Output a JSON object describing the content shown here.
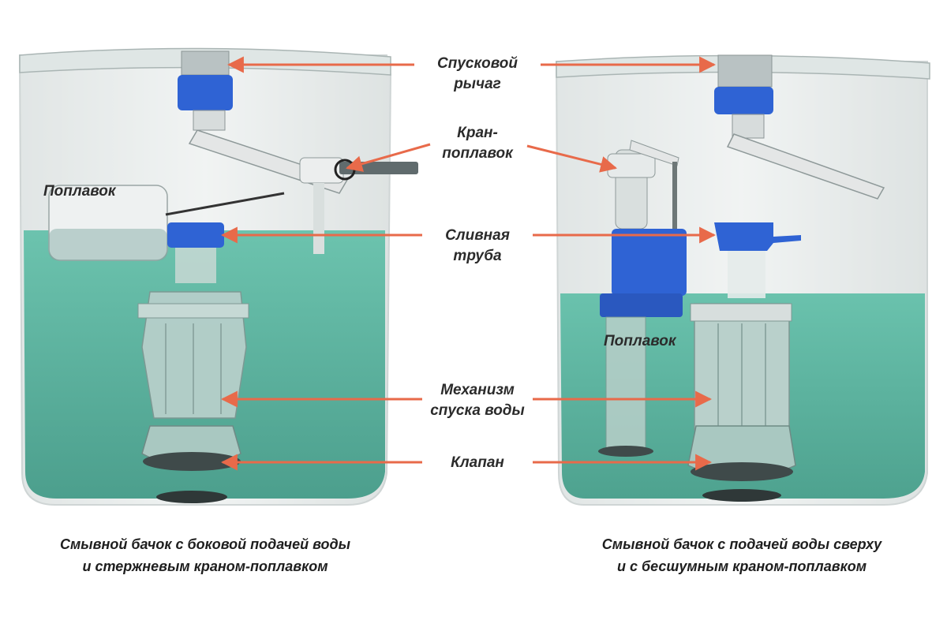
{
  "labels": {
    "lever": [
      "Спусковой",
      "рычаг"
    ],
    "float_valve": [
      "Кран-",
      "поплавок"
    ],
    "overflow_pipe": [
      "Сливная",
      "труба"
    ],
    "mechanism": [
      "Механизм",
      "спуска воды"
    ],
    "valve": "Клапан",
    "float_left": "Поплавок",
    "float_right": "Поплавок"
  },
  "captions": {
    "left": [
      "Смывной бачок с боковой подачей воды",
      "и стержневым краном-поплавком"
    ],
    "right": [
      "Смывной бачок с подачей воды сверху",
      "и с бесшумным краном-поплавком"
    ]
  },
  "colors": {
    "water": "#5fb8a4",
    "water_dark": "#4fa593",
    "arrow": "#e86a4a",
    "blue_part": "#2f63d4",
    "glass": "#d6dedd"
  }
}
